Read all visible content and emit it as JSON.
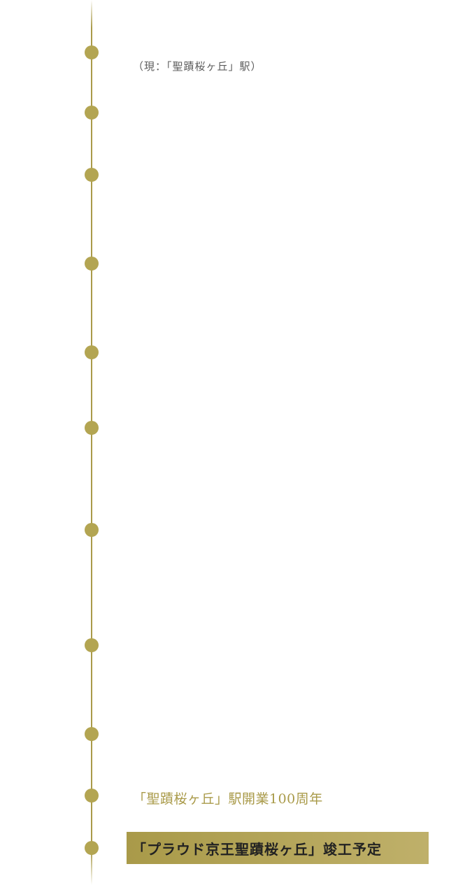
{
  "timeline": {
    "accent_color": "#a99a49",
    "dot_color": "#b3a552",
    "events": [
      {
        "note": "（現：「聖蹟桜ヶ丘」駅）"
      },
      {},
      {},
      {},
      {},
      {},
      {},
      {},
      {},
      {
        "label": "「聖蹟桜ヶ丘」駅開業100周年"
      },
      {
        "label": "「プラウド京王聖蹟桜ヶ丘」竣工予定",
        "highlighted": true
      }
    ]
  }
}
